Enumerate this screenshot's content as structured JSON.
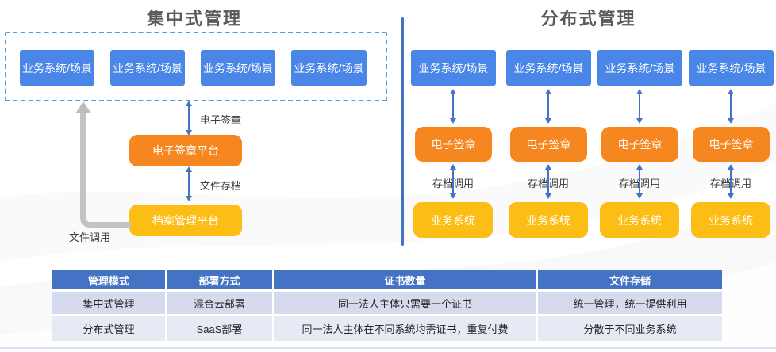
{
  "left": {
    "title": "集中式管理",
    "systems": [
      "业务系统/场景",
      "业务系统/场景",
      "业务系统/场景",
      "业务系统/场景"
    ],
    "esign_arrow_label": "电子签章",
    "esign_platform": "电子签章平台",
    "archive_arrow_label": "文件存档",
    "archive_platform": "档案管理平台",
    "file_call_label": "文件调用"
  },
  "right": {
    "title": "分布式管理",
    "columns": [
      {
        "system": "业务系统/场景",
        "esign": "电子签章",
        "archive_label": "存档调用",
        "business": "业务系统"
      },
      {
        "system": "业务系统/场景",
        "esign": "电子签章",
        "archive_label": "存档调用",
        "business": "业务系统"
      },
      {
        "system": "业务系统/场景",
        "esign": "电子签章",
        "archive_label": "存档调用",
        "business": "业务系统"
      },
      {
        "system": "业务系统/场景",
        "esign": "电子签章",
        "archive_label": "存档调用",
        "business": "业务系统"
      }
    ]
  },
  "table": {
    "headers": [
      "管理模式",
      "部署方式",
      "证书数量",
      "文件存储"
    ],
    "rows": [
      [
        "集中式管理",
        "混合云部署",
        "同一法人主体只需要一个证书",
        "统一管理，统一提供利用"
      ],
      [
        "分布式管理",
        "SaaS部署",
        "同一法人主体在不同系统均需证书，重复付费",
        "分散于不同业务系统"
      ]
    ]
  },
  "colors": {
    "system_box_blue": "#4a85e8",
    "esign_orange": "#f6861f",
    "business_yellow": "#fcbd14",
    "arrow_blue": "#4472c4",
    "dashed_border_blue": "#4e9fe0",
    "divider_blue": "#4472c4",
    "gray_arrow": "#c3c3c3",
    "table_header_blue": "#4472c4",
    "table_row1_bg": "#d5dbec",
    "table_row2_bg": "#e6eaf5",
    "title_gray": "#595959"
  }
}
